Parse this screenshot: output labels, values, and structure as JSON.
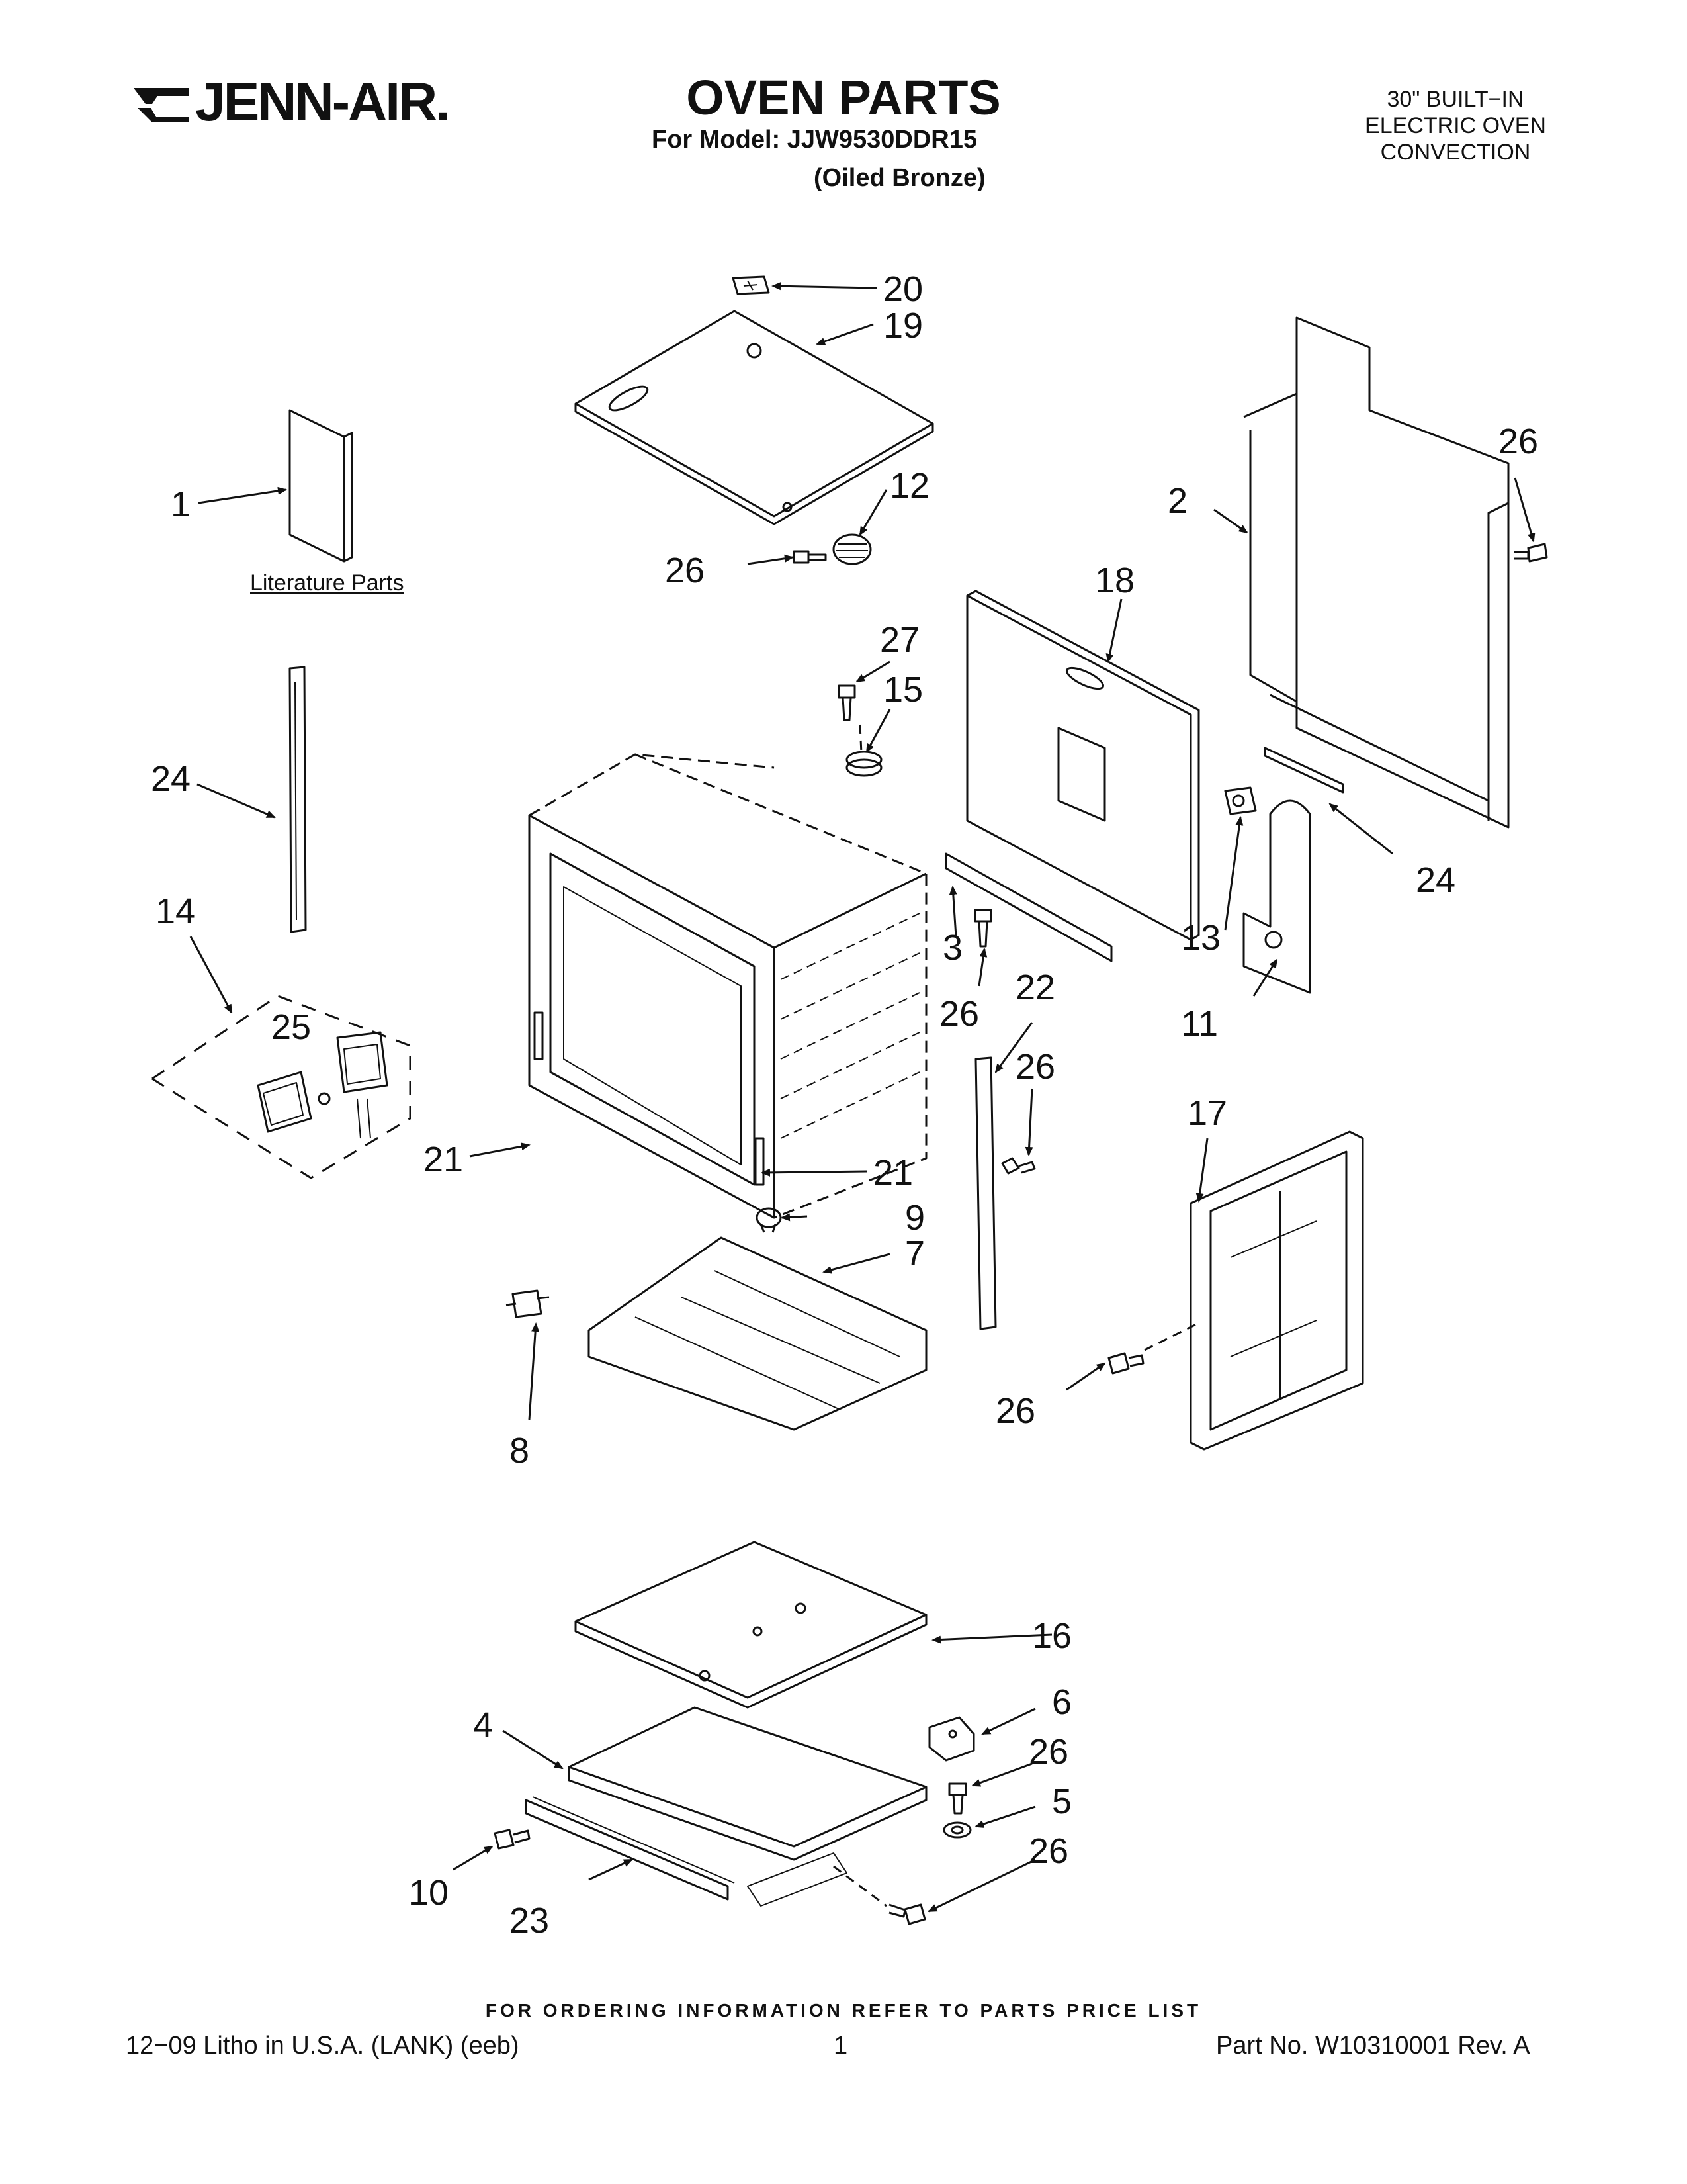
{
  "header": {
    "brand": "JENN-AIR.",
    "title": "OVEN PARTS",
    "model_line": "For Model: JJW9530DDR15",
    "finish": "(Oiled Bronze)",
    "product_type": [
      "30\" BUILT−IN",
      "ELECTRIC OVEN",
      "CONVECTION"
    ]
  },
  "diagram": {
    "literature_label": "Literature Parts",
    "callouts": {
      "c1": "1",
      "c2": "2",
      "c3": "3",
      "c4": "4",
      "c5": "5",
      "c6": "6",
      "c7": "7",
      "c8": "8",
      "c9": "9",
      "c10": "10",
      "c11": "11",
      "c12": "12",
      "c13": "13",
      "c14": "14",
      "c15": "15",
      "c16": "16",
      "c17": "17",
      "c18": "18",
      "c19": "19",
      "c20": "20",
      "c21a": "21",
      "c21b": "21",
      "c22": "22",
      "c23": "23",
      "c24a": "24",
      "c24b": "24",
      "c25": "25",
      "c26a": "26",
      "c26b": "26",
      "c26c": "26",
      "c26d": "26",
      "c26e": "26",
      "c26f": "26",
      "c26g": "26",
      "c27": "27"
    }
  },
  "footer": {
    "note": "FOR ORDERING INFORMATION REFER TO PARTS PRICE LIST",
    "left": "12−09 Litho in U.S.A. (LANK) (eeb)",
    "page": "1",
    "right": "Part No. W10310001 Rev. A"
  }
}
